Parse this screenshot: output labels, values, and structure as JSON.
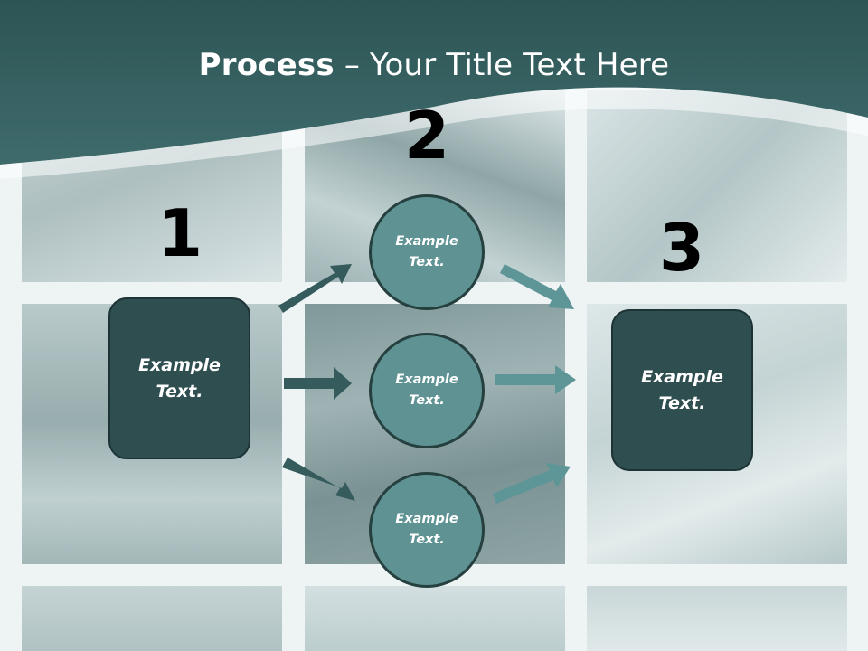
{
  "title": {
    "bold": "Process",
    "dash": " – ",
    "rest": "Your Title Text Here"
  },
  "steps": [
    {
      "number": "1",
      "text": "Example\nText."
    },
    {
      "number": "2",
      "text": "Example\nText."
    },
    {
      "number": "3",
      "text": "Example\nText."
    }
  ],
  "circles": [
    {
      "text": "Example\nText."
    },
    {
      "text": "Example\nText."
    },
    {
      "text": "Example\nText."
    }
  ],
  "colors": {
    "header": "#3f6b6c",
    "header_dark": "#2d5455",
    "box": "#2f4e50",
    "circle": "#5e9293",
    "arrow_dark": "#355b5d",
    "arrow_light": "#5e9698"
  }
}
